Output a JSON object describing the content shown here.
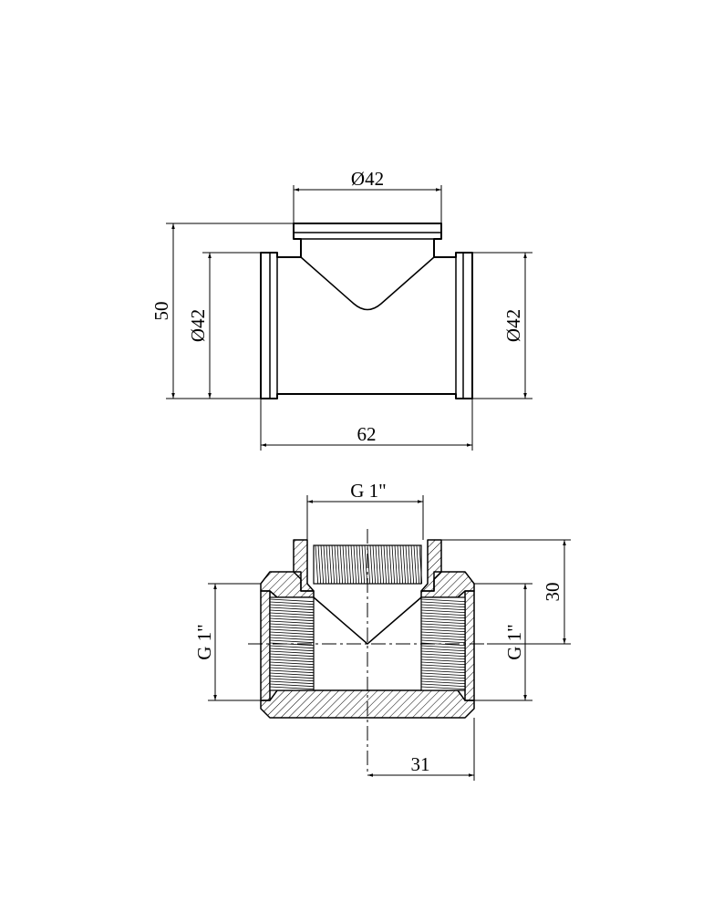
{
  "top_view": {
    "dim_top_diameter": "Ø42",
    "dim_height": "50",
    "dim_left_diameter": "Ø42",
    "dim_right_diameter": "Ø42",
    "dim_length": "62"
  },
  "section_view": {
    "dim_top_thread": "G 1\"",
    "dim_left_thread": "G 1\"",
    "dim_right_thread": "G 1\"",
    "dim_half_height": "30",
    "dim_half_length": "31"
  },
  "colors": {
    "line": "#000000",
    "background": "#ffffff"
  }
}
